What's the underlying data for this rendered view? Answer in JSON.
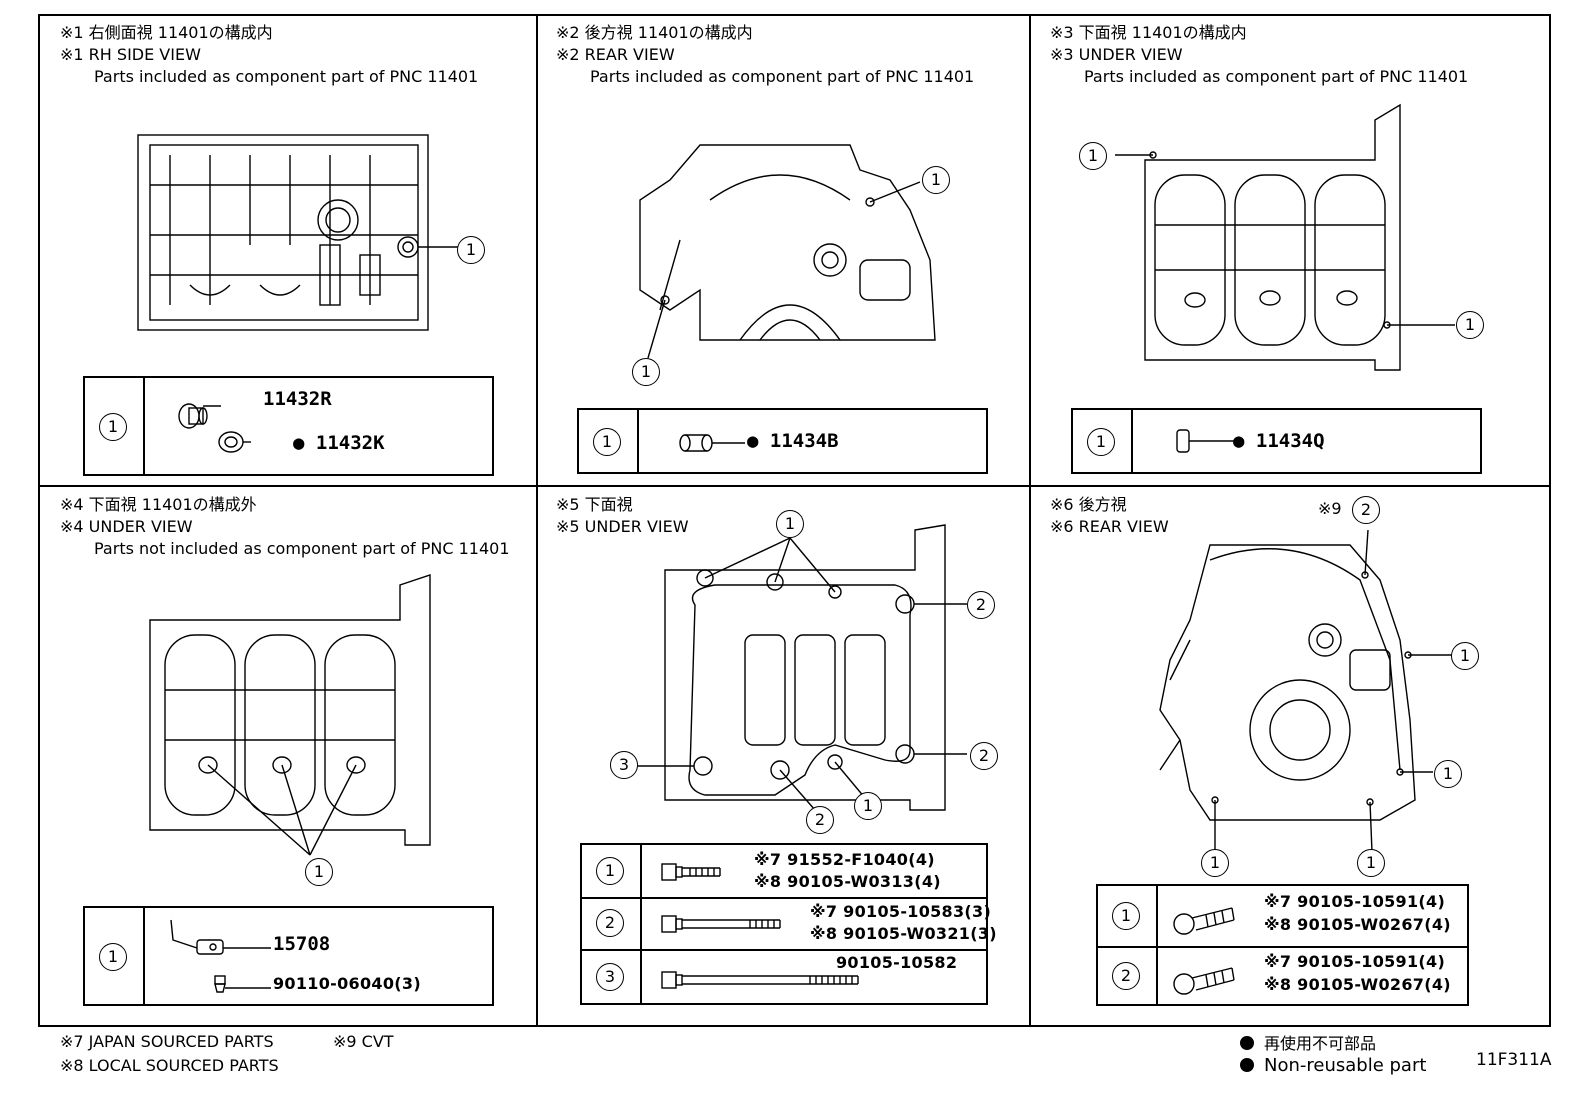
{
  "panels": [
    {
      "title_jp": "※1 右側面視 11401の構成内",
      "title_en": "※1 RH SIDE VIEW",
      "note": "Parts included as component part of PNC 11401",
      "legend": [
        {
          "num": "1",
          "parts": [
            "11432R",
            "● 11432K"
          ]
        }
      ]
    },
    {
      "title_jp": "※2 後方視 11401の構成内",
      "title_en": "※2 REAR VIEW",
      "note": "Parts included as component part of PNC 11401",
      "legend": [
        {
          "num": "1",
          "parts": [
            "● 11434B"
          ]
        }
      ]
    },
    {
      "title_jp": "※3 下面視 11401の構成内",
      "title_en": "※3 UNDER VIEW",
      "note": "Parts included as component part of PNC 11401",
      "legend": [
        {
          "num": "1",
          "parts": [
            "● 11434Q"
          ]
        }
      ]
    },
    {
      "title_jp": "※4 下面視 11401の構成外",
      "title_en": "※4 UNDER VIEW",
      "note": "Parts not included as component part of PNC 11401",
      "legend": [
        {
          "num": "1",
          "parts": [
            "15708",
            "90110-06040(3)"
          ]
        }
      ]
    },
    {
      "title_jp": "※5 下面視",
      "title_en": "※5 UNDER VIEW",
      "note": "",
      "legend": [
        {
          "num": "1",
          "parts": [
            "※7 91552-F1040(4)",
            "※8 90105-W0313(4)"
          ]
        },
        {
          "num": "2",
          "parts": [
            "※7 90105-10583(3)",
            "※8 90105-W0321(3)"
          ]
        },
        {
          "num": "3",
          "parts": [
            "90105-10582"
          ]
        }
      ]
    },
    {
      "title_jp": "※6 後方視",
      "title_en": "※6 REAR VIEW",
      "note": "",
      "cvt_mark": "※9",
      "legend": [
        {
          "num": "1",
          "parts": [
            "※7 90105-10591(4)",
            "※8 90105-W0267(4)"
          ]
        },
        {
          "num": "2",
          "parts": [
            "※7 90105-10591(4)",
            "※8 90105-W0267(4)"
          ]
        }
      ]
    }
  ],
  "callouts": {
    "one": "1",
    "two": "2",
    "three": "3"
  },
  "footer": {
    "japan": "※7 JAPAN SOURCED PARTS",
    "cvt": "※9 CVT",
    "local": "※8 LOCAL SOURCED PARTS",
    "nonreuse_jp": "再使用不可部品",
    "nonreuse_en": "Non-reusable part",
    "code": "11F311A"
  }
}
